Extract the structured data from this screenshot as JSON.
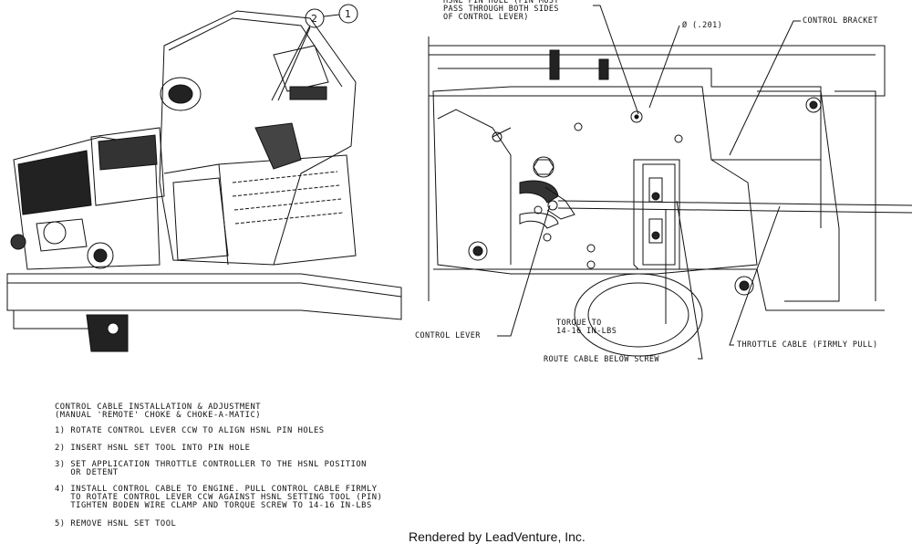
{
  "callouts": {
    "hsnl_pin_hole": "HSNL PIN HOLE (PIN MUST\nPASS THROUGH BOTH SIDES\nOF CONTROL LEVER)",
    "diameter": "Ø (.201)",
    "control_bracket": "CONTROL BRACKET",
    "control_lever": "CONTROL LEVER",
    "torque": "TORQUE TO\n14-16 IN-LBS",
    "route_cable": "ROUTE CABLE BELOW SCREW",
    "throttle_cable": "THROTTLE CABLE (FIRMLY PULL)"
  },
  "balloons": {
    "first": "2",
    "second": "1"
  },
  "instructions": {
    "heading": "CONTROL CABLE INSTALLATION & ADJUSTMENT\n(MANUAL 'REMOTE' CHOKE & CHOKE-A-MATIC)",
    "steps": [
      "1) ROTATE CONTROL LEVER CCW TO ALIGN HSNL PIN HOLES",
      "2) INSERT HSNL SET TOOL INTO PIN HOLE",
      "3) SET APPLICATION THROTTLE CONTROLLER TO THE HSNL POSITION\n   OR DETENT",
      "4) INSTALL CONTROL CABLE TO ENGINE. PULL CONTROL CABLE FIRMLY\n   TO ROTATE CONTROL LEVER CCW AGAINST HSNL SETTING TOOL (PIN)\n   TIGHTEN BODEN WIRE CLAMP AND TORQUE SCREW TO 14-16 IN-LBS",
      "5) REMOVE HSNL SET TOOL"
    ]
  },
  "watermark": "Rendered by LeadVenture, Inc."
}
